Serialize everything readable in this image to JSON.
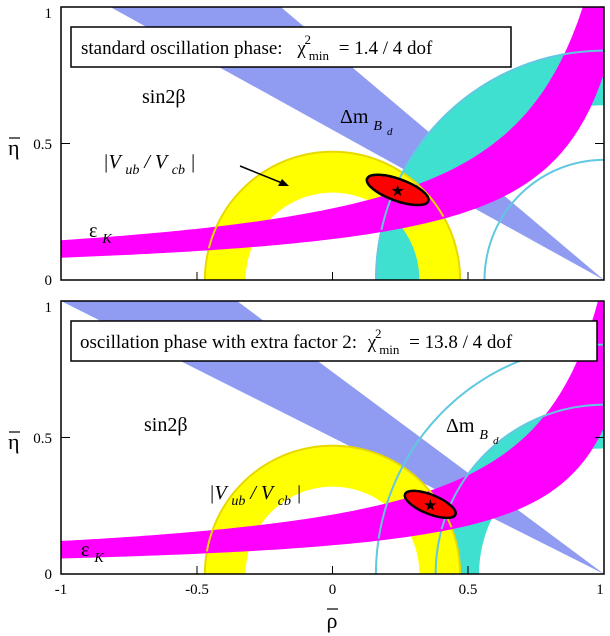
{
  "chart_data": [
    {
      "type": "area",
      "title": "standard oscillation phase: χ²min = 1.4 / 4 dof",
      "title_parts": {
        "text": "standard oscillation phase:",
        "chi": "χ",
        "sup": "2",
        "sub": "min",
        "value": "= 1.4 / 4 dof"
      },
      "ylabel": "η",
      "xlim": [
        -1,
        1
      ],
      "ylim": [
        0,
        1
      ],
      "yticks": [
        "0",
        "0.5",
        "1"
      ],
      "grid": false,
      "colors": {
        "sin2beta": "#8f9cf2",
        "dmBd": "#40e0d0",
        "epsK": "#ff00ff",
        "vub": "#ffff00",
        "ellipse": "#ff0000",
        "circle_line": "#60c8e0",
        "yellow_line": "#e8d800"
      },
      "annotations": {
        "sin2beta": "sin2β",
        "dmBd": {
          "text": "Δm",
          "sub": "B",
          "subsub": "d"
        },
        "vub": {
          "text": "|V",
          "sub1": "ub",
          "mid": " / V",
          "sub2": "cb",
          "end": "|"
        },
        "epsK": {
          "text": "ε",
          "sub": "K"
        }
      },
      "bands": {
        "sin2beta": {
          "slope_low": 0.55,
          "slope_high": 0.84
        },
        "dmBd": {
          "center": [
            1,
            0
          ],
          "r_inner": 0.64,
          "r_outer": 0.84
        },
        "epsK": {
          "c_low": 0.12,
          "c_high": 0.205
        },
        "vub": {
          "center": [
            0,
            0
          ],
          "r_inner": 0.32,
          "r_outer": 0.47
        },
        "extra_circles": [
          {
            "center": [
              1,
              0
            ],
            "r": 0.44
          }
        ]
      },
      "fit": {
        "rho": 0.24,
        "eta": 0.33,
        "rx": 0.12,
        "ry": 0.04,
        "angle_deg": -20
      }
    },
    {
      "type": "area",
      "title": "oscillation phase with extra factor 2: χ²min = 13.8 / 4 dof",
      "title_parts": {
        "text": "oscillation phase with extra factor 2:",
        "chi": "χ",
        "sup": "2",
        "sub": "min",
        "value": "= 13.8 / 4 dof"
      },
      "xlabel": "ρ",
      "ylabel": "η",
      "xlim": [
        -1,
        1
      ],
      "ylim": [
        0,
        1
      ],
      "xticks": [
        "-1",
        "-0.5",
        "0",
        "0.5",
        "1"
      ],
      "yticks": [
        "0",
        "0.5",
        "1"
      ],
      "grid": false,
      "annotations": {
        "sin2beta": "sin2β",
        "dmBd": {
          "text": "Δm",
          "sub": "B",
          "subsub": "d"
        },
        "vub": {
          "text": "|V",
          "sub1": "ub",
          "mid": " / V",
          "sub2": "cb",
          "end": "|"
        },
        "epsK": {
          "text": "ε",
          "sub": "K"
        }
      },
      "bands": {
        "sin2beta": {
          "slope_low": 0.5,
          "slope_high": 0.74
        },
        "dmBd": {
          "center": [
            1,
            0
          ],
          "r_inner": 0.46,
          "r_outer": 0.62
        },
        "epsK": {
          "c_low": 0.085,
          "c_high": 0.17
        },
        "vub": {
          "center": [
            0,
            0
          ],
          "r_inner": 0.32,
          "r_outer": 0.47
        },
        "extra_circles": [
          {
            "center": [
              1,
              0
            ],
            "r": 0.84
          }
        ]
      },
      "fit": {
        "rho": 0.36,
        "eta": 0.255,
        "rx": 0.1,
        "ry": 0.035,
        "angle_deg": -22
      }
    }
  ]
}
